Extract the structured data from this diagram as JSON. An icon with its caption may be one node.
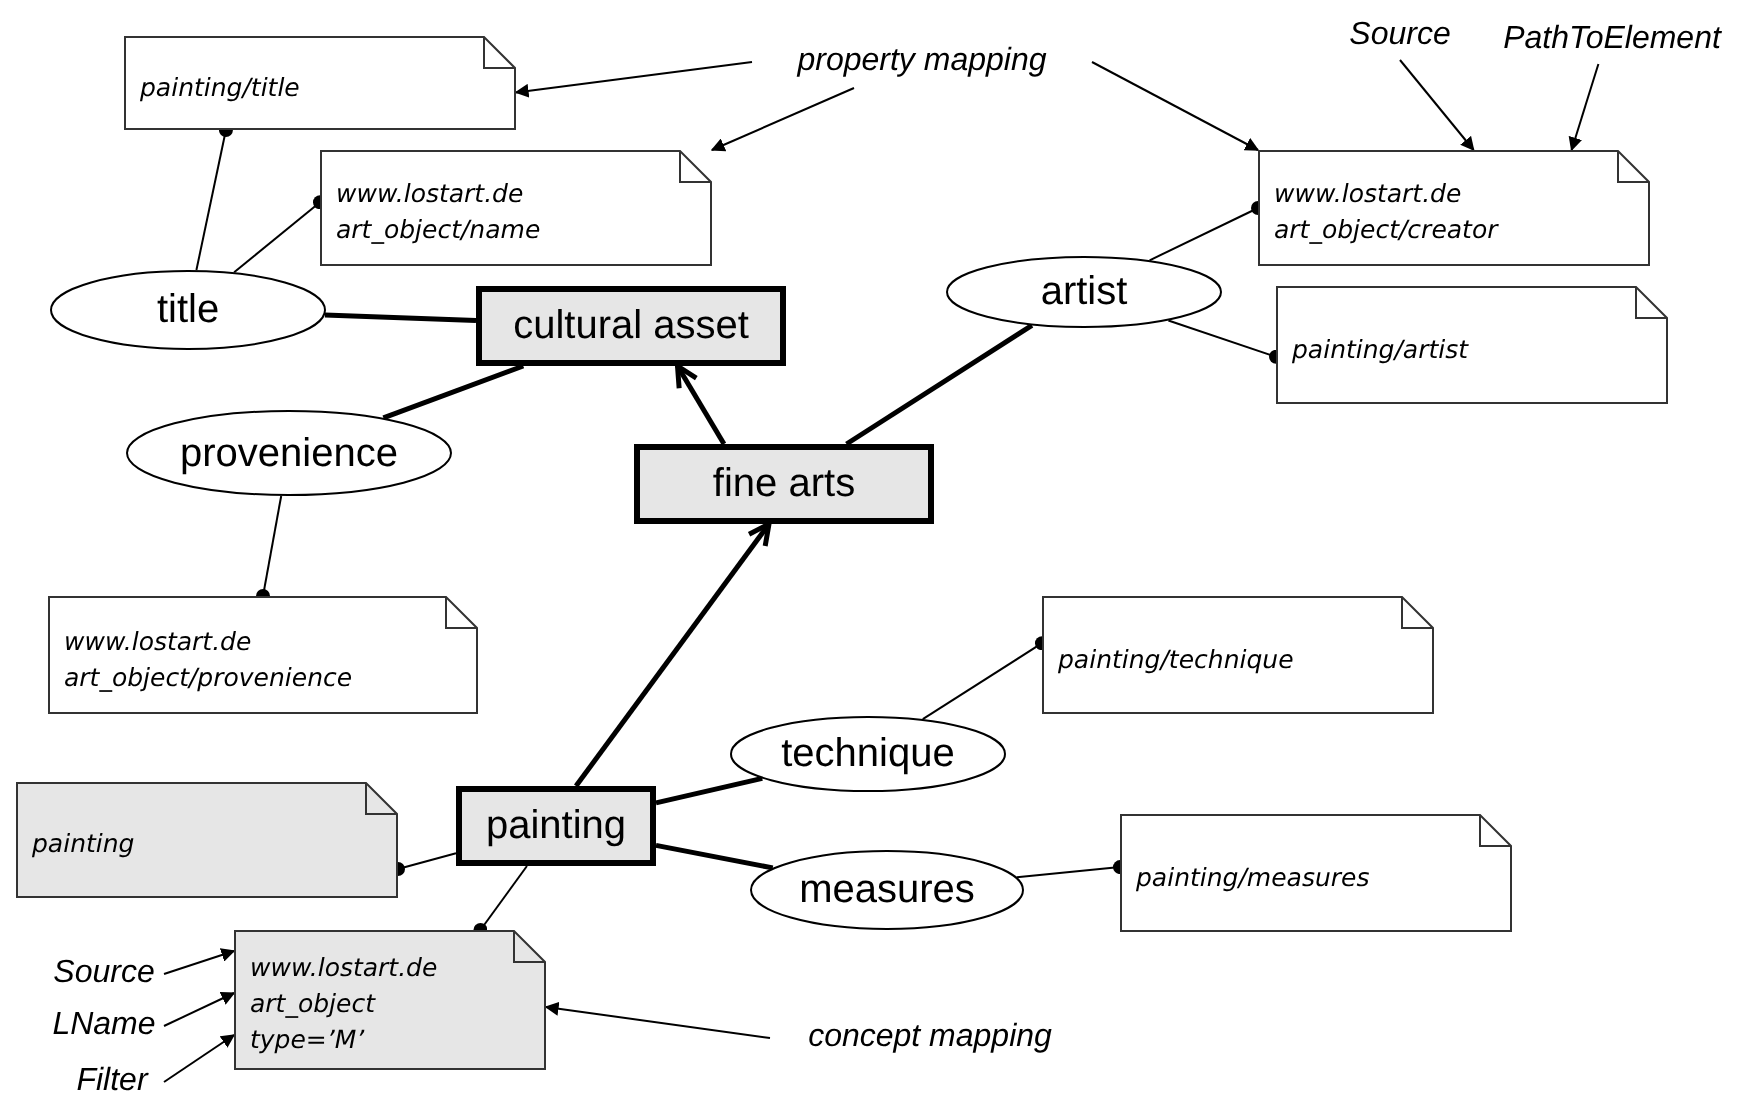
{
  "diagram": {
    "nodes": [
      {
        "text": [
          "painting/title"
        ]
      },
      {
        "text": [
          "www.lostart.de",
          "art_object/name"
        ]
      },
      {
        "text": [
          "title"
        ]
      },
      {
        "text": [
          "cultural asset"
        ]
      },
      {
        "text": [
          "artist"
        ]
      },
      {
        "text": [
          "www.lostart.de",
          "art_object/creator"
        ]
      },
      {
        "text": [
          "painting/artist"
        ]
      },
      {
        "text": [
          "provenience"
        ]
      },
      {
        "text": [
          "fine arts"
        ]
      },
      {
        "text": [
          "www.lostart.de",
          "art_object/provenience"
        ]
      },
      {
        "text": [
          "painting/technique"
        ]
      },
      {
        "text": [
          "technique"
        ]
      },
      {
        "text": [
          "painting"
        ]
      },
      {
        "text": [
          "painting"
        ]
      },
      {
        "text": [
          "measures"
        ]
      },
      {
        "text": [
          "painting/measures"
        ]
      },
      {
        "text": [
          "www.lostart.de",
          "art_object",
          "type=’M’"
        ]
      },
      {
        "text": [
          "property mapping"
        ]
      },
      {
        "text": [
          "Source"
        ]
      },
      {
        "text": [
          "PathToElement"
        ]
      },
      {
        "text": [
          "Source"
        ]
      },
      {
        "text": [
          "LName"
        ]
      },
      {
        "text": [
          "Filter"
        ]
      },
      {
        "text": [
          "concept mapping"
        ]
      }
    ],
    "edges": [
      {
        "from": 2,
        "to": 0,
        "arrow": "other"
      },
      {
        "from": 2,
        "to": 1,
        "arrow": "other"
      },
      {
        "from": 2,
        "to": 3,
        "arrow": "none",
        "style": "thick"
      },
      {
        "from": 3,
        "to": 7,
        "arrow": "none",
        "style": "thick"
      },
      {
        "from": 8,
        "to": 3,
        "arrow": "to",
        "style": "thick"
      },
      {
        "from": 4,
        "to": 8,
        "arrow": "none",
        "style": "thick"
      },
      {
        "from": 4,
        "to": 5,
        "arrow": "other"
      },
      {
        "from": 4,
        "to": 6,
        "arrow": "other"
      },
      {
        "from": 7,
        "to": 9,
        "arrow": "other"
      },
      {
        "from": 13,
        "to": 8,
        "arrow": "to",
        "style": "thick"
      },
      {
        "from": 13,
        "to": 11,
        "arrow": "none",
        "style": "thick"
      },
      {
        "from": 13,
        "to": 14,
        "arrow": "none",
        "style": "thick"
      },
      {
        "from": 11,
        "to": 10,
        "arrow": "other"
      },
      {
        "from": 14,
        "to": 15,
        "arrow": "other"
      },
      {
        "from": 13,
        "to": 12,
        "arrow": "other"
      },
      {
        "from": 13,
        "to": 16,
        "arrow": "other"
      },
      {
        "from": 17,
        "to": 0,
        "arrow": "to"
      },
      {
        "from": 17,
        "to": 1,
        "arrow": "to"
      },
      {
        "from": 17,
        "to": 5,
        "arrow": "to"
      },
      {
        "from": 18,
        "to": 5,
        "arrow": "to"
      },
      {
        "from": 19,
        "to": 5,
        "arrow": "to"
      },
      {
        "from": 20,
        "to": 16,
        "arrow": "to"
      },
      {
        "from": 21,
        "to": 16,
        "arrow": "to"
      },
      {
        "from": 22,
        "to": 16,
        "arrow": "to"
      },
      {
        "from": 23,
        "to": 16,
        "arrow": "to"
      }
    ]
  }
}
